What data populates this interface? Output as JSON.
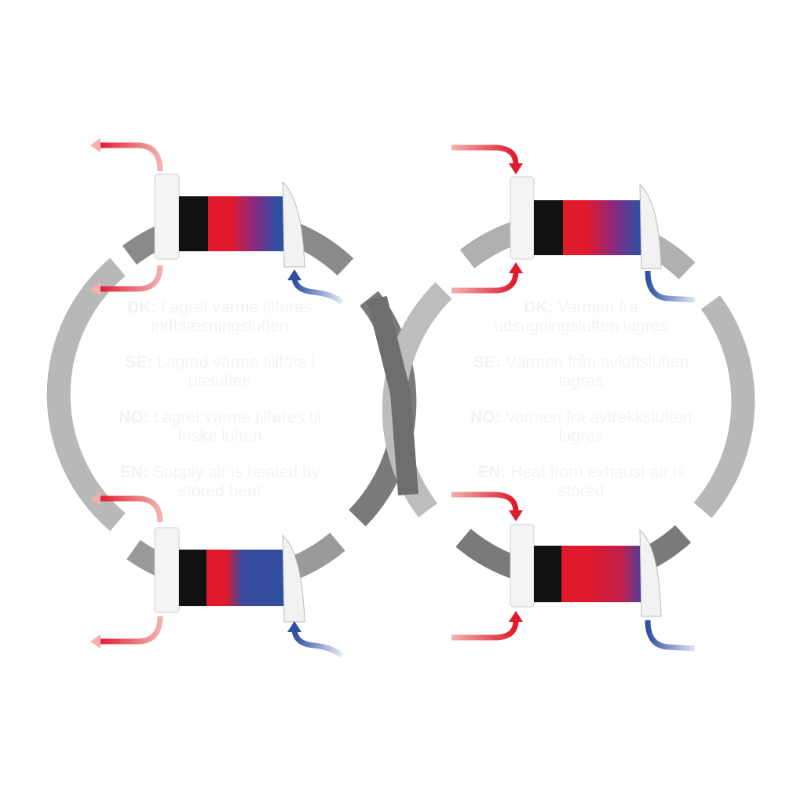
{
  "colors": {
    "ring": "#b8b8b8",
    "ring_dark": "#7a7a7a",
    "warm": "#e0192b",
    "cold": "#2f4fa0",
    "text": "#f3f3f3"
  },
  "left_panel": {
    "blocks": [
      {
        "code": "DK:",
        "text": "Lagret varme tilføres indblæsningsluften"
      },
      {
        "code": "SE:",
        "text": "Lagrad värme tillförs i uteluften"
      },
      {
        "code": "NO:",
        "text": "Lagret varme tilføres til friske luften"
      },
      {
        "code": "EN:",
        "text": "Supply air is heated by stored heat"
      }
    ]
  },
  "right_panel": {
    "blocks": [
      {
        "code": "DK:",
        "text": "Varmen fra udsugningsluften lagres"
      },
      {
        "code": "SE:",
        "text": "Värmen från avluftsluften lagras"
      },
      {
        "code": "NO:",
        "text": "Varmen fra avtrekksluften lagres"
      },
      {
        "code": "EN:",
        "text": "Heat from exhaust air is stored"
      }
    ]
  }
}
